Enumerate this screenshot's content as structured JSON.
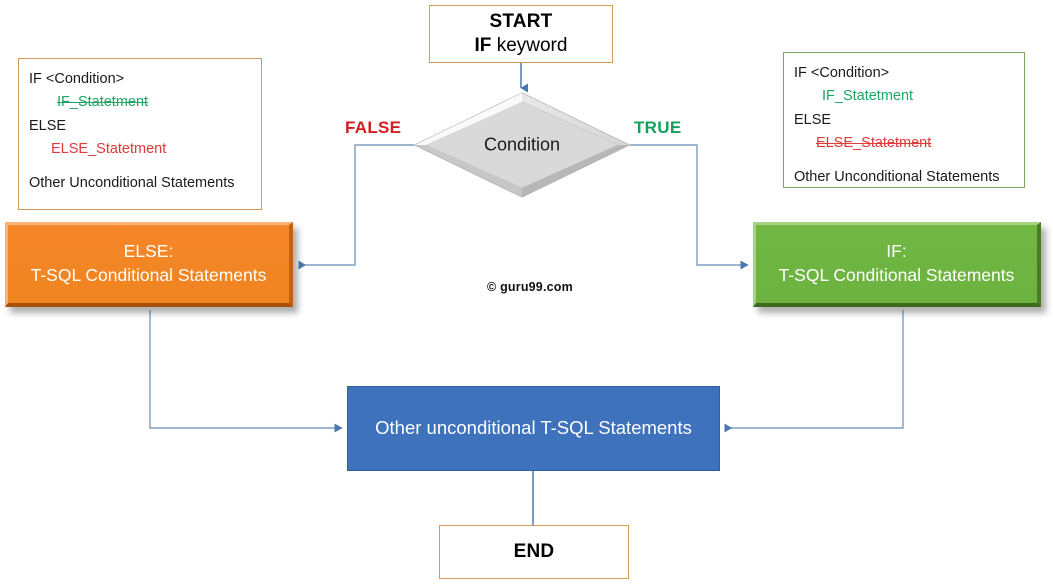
{
  "diagram": {
    "title": "T-SQL IF ELSE conditional flowchart",
    "watermark": "© guru99.com",
    "colors": {
      "terminator_border": "#d29b52",
      "left_code_border": "#d29b52",
      "right_code_border": "#7aa661",
      "false_label": "#d21e1e",
      "true_label": "#14a05a",
      "else_box": "#f0851f",
      "if_box": "#6cb23f",
      "uncond_box": "#3f72bd",
      "diamond": "#d9d9d9",
      "connector": "#5b84b1",
      "keyword_green": "#1fa463",
      "keyword_red": "#e03a3a"
    }
  },
  "start_node": {
    "name": "START",
    "line1": "START",
    "line2_bold": "IF",
    "line2_rest": " keyword"
  },
  "decision": {
    "label": "Condition",
    "false_label": "FALSE",
    "true_label": "TRUE"
  },
  "left_code": {
    "line_if": "IF <Condition>",
    "line_if_stmt": "IF_Statetment",
    "line_if_stmt_struck": true,
    "line_else": "ELSE",
    "line_else_stmt": "ELSE_Statetment",
    "line_else_stmt_struck": false,
    "line_other": "Other Unconditional Statements"
  },
  "right_code": {
    "line_if": "IF <Condition>",
    "line_if_stmt": "IF_Statetment",
    "line_if_stmt_struck": false,
    "line_else": "ELSE",
    "line_else_stmt": "ELSE_Statetment",
    "line_else_stmt_struck": true,
    "line_other": "Other Unconditional Statements"
  },
  "else_node": {
    "line1": "ELSE:",
    "line2": "T-SQL Conditional Statements"
  },
  "if_node": {
    "line1": "IF:",
    "line2": "T-SQL Conditional Statements"
  },
  "unconditional_node": {
    "label": "Other unconditional T-SQL Statements"
  },
  "end_node": {
    "label": "END"
  }
}
